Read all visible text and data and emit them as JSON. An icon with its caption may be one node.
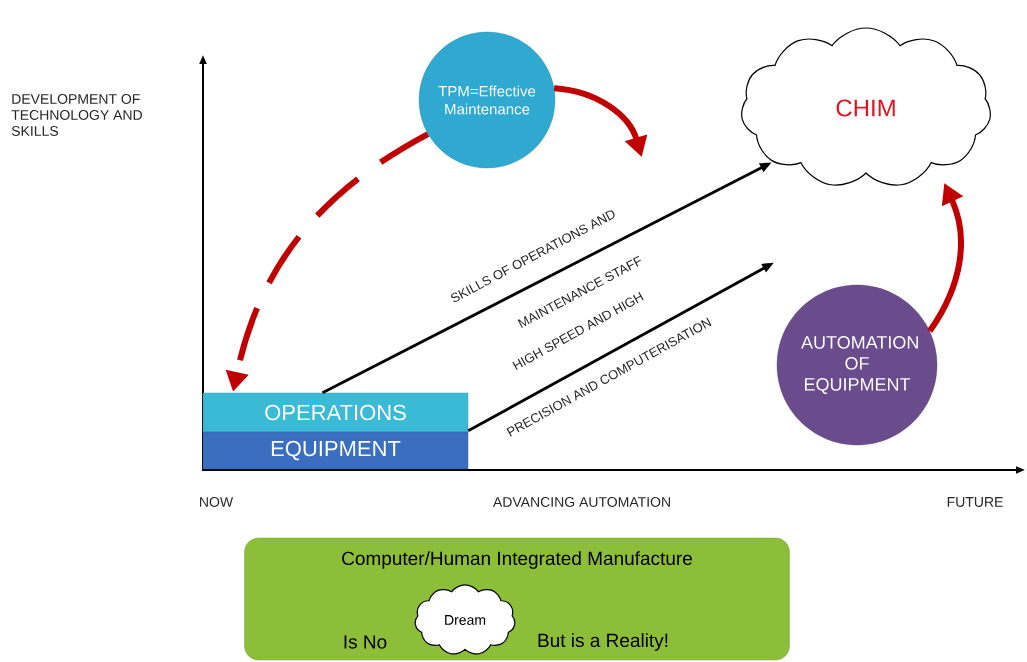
{
  "diagram": {
    "nodes": [
      {
        "text": [
          "TPM=Effective Maintenance"
        ]
      },
      {
        "text": [
          "CHIM"
        ]
      },
      {
        "text": [
          "OPERATIONS"
        ]
      },
      {
        "text": [
          "EQUIPMENT"
        ]
      },
      {
        "text": [
          "AUTOMATION OF EQUIPMENT"
        ]
      },
      {
        "text": [
          "Computer/Human Integrated Manufacture",
          "Is No",
          "But is a Reality!"
        ]
      },
      {
        "text": [
          "Dream"
        ],
        "in": 5
      }
    ],
    "edges": [
      {
        "from": 0,
        "to": 2,
        "arrow": "to",
        "style": "dashed"
      },
      {
        "from": 0,
        "to": null,
        "arrow": "to"
      },
      {
        "from": 4,
        "to": 1,
        "arrow": "to"
      },
      {
        "from": 2,
        "to": 1,
        "arrow": "to",
        "color": "#000000"
      },
      {
        "from": 3,
        "to": null,
        "arrow": "to",
        "color": "#000000"
      }
    ],
    "labels": [
      "DEVELOPMENT OF TECHNOLOGY AND SKILLS",
      "SKILLS OF OPERATIONS AND",
      "MAINTENANCE STAFF",
      "HIGH SPEED AND HIGH",
      "PRECISION AND COMPUTERISATION",
      "NOW",
      "ADVANCING AUTOMATION",
      "FUTURE"
    ]
  }
}
